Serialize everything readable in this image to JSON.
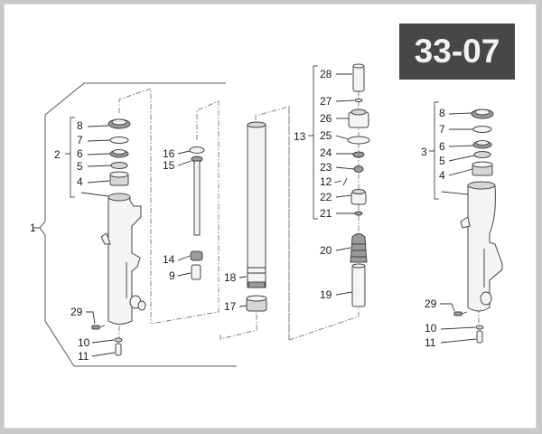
{
  "diagram": {
    "page_code": "33-07",
    "groups": [
      {
        "id": "1",
        "label": "1",
        "description": "left fork leg assembly"
      },
      {
        "id": "2",
        "label": "2",
        "contains": [
          "8",
          "7",
          "6",
          "5",
          "4"
        ]
      },
      {
        "id": "3",
        "label": "3",
        "contains": [
          "8",
          "7",
          "6",
          "5",
          "4"
        ]
      },
      {
        "id": "13",
        "label": "13",
        "contains": [
          "28",
          "27",
          "26",
          "25",
          "24",
          "23",
          "12",
          "22",
          "21"
        ]
      }
    ],
    "left_group2_labels": [
      "8",
      "7",
      "6",
      "5",
      "4"
    ],
    "left_rod_labels": [
      "16",
      "15",
      "14",
      "9"
    ],
    "left_base_labels": [
      "29",
      "10",
      "11"
    ],
    "tube_labels": [
      "18",
      "17"
    ],
    "cartridge_labels": [
      "28",
      "27",
      "26",
      "25",
      "24",
      "23",
      "12",
      "22",
      "21",
      "20",
      "19"
    ],
    "right_group3_labels": [
      "8",
      "7",
      "6",
      "5",
      "4"
    ],
    "right_base_labels": [
      "29",
      "10",
      "11"
    ],
    "group_labels": {
      "g1": "1",
      "g2": "2",
      "g3": "3",
      "g13": "13"
    }
  }
}
